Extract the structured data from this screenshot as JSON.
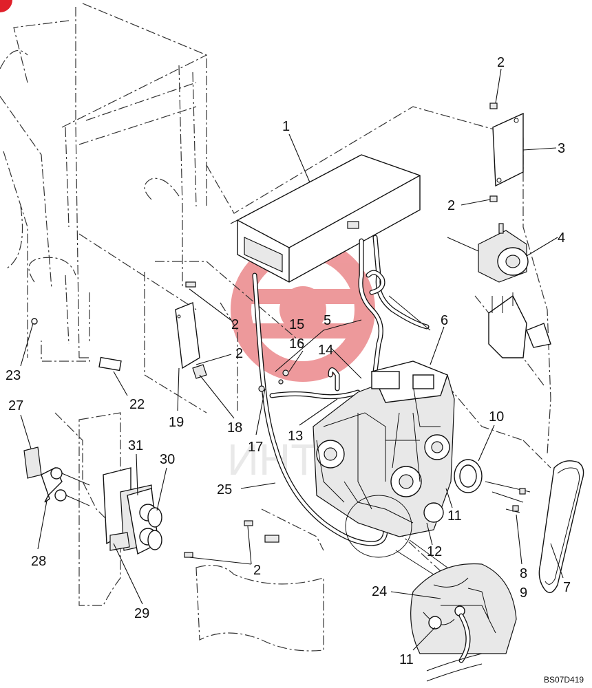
{
  "diagram": {
    "drawing_code": "BS07D419",
    "watermark": "ИНТ",
    "callouts": [
      {
        "id": "c1",
        "label": "1"
      },
      {
        "id": "c2a",
        "label": "2"
      },
      {
        "id": "c2b",
        "label": "2"
      },
      {
        "id": "c2c",
        "label": "2"
      },
      {
        "id": "c2d",
        "label": "2"
      },
      {
        "id": "c2e",
        "label": "2"
      },
      {
        "id": "c3",
        "label": "3"
      },
      {
        "id": "c4",
        "label": "4"
      },
      {
        "id": "c5",
        "label": "5"
      },
      {
        "id": "c6",
        "label": "6"
      },
      {
        "id": "c7",
        "label": "7"
      },
      {
        "id": "c8",
        "label": "8"
      },
      {
        "id": "c9",
        "label": "9"
      },
      {
        "id": "c10",
        "label": "10"
      },
      {
        "id": "c11a",
        "label": "11"
      },
      {
        "id": "c11b",
        "label": "11"
      },
      {
        "id": "c12",
        "label": "12"
      },
      {
        "id": "c13",
        "label": "13"
      },
      {
        "id": "c14",
        "label": "14"
      },
      {
        "id": "c15",
        "label": "15"
      },
      {
        "id": "c16",
        "label": "16"
      },
      {
        "id": "c17",
        "label": "17"
      },
      {
        "id": "c18",
        "label": "18"
      },
      {
        "id": "c19",
        "label": "19"
      },
      {
        "id": "c22",
        "label": "22"
      },
      {
        "id": "c23",
        "label": "23"
      },
      {
        "id": "c24",
        "label": "24"
      },
      {
        "id": "c25",
        "label": "25"
      },
      {
        "id": "c27",
        "label": "27"
      },
      {
        "id": "c28",
        "label": "28"
      },
      {
        "id": "c29",
        "label": "29"
      },
      {
        "id": "c30",
        "label": "30"
      },
      {
        "id": "c31",
        "label": "31"
      }
    ],
    "colors": {
      "line": "#111111",
      "watermark_red": "#e0464a",
      "watermark_gray": "#e9e9e9"
    }
  }
}
